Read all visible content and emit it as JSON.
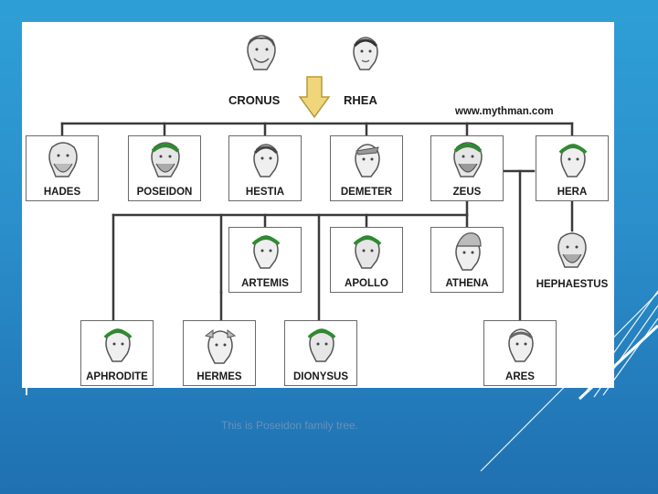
{
  "credit": "www.mythman.com",
  "caption": "This is Poseidon family tree.",
  "parents": [
    {
      "id": "cronus",
      "label": "CRONUS"
    },
    {
      "id": "rhea",
      "label": "RHEA"
    }
  ],
  "row1": [
    {
      "id": "hades",
      "label": "HADES"
    },
    {
      "id": "poseidon",
      "label": "POSEIDON"
    },
    {
      "id": "hestia",
      "label": "HESTIA"
    },
    {
      "id": "demeter",
      "label": "DEMETER"
    },
    {
      "id": "zeus",
      "label": "ZEUS"
    },
    {
      "id": "hera",
      "label": "HERA"
    }
  ],
  "row2": [
    {
      "id": "artemis",
      "label": "ARTEMIS"
    },
    {
      "id": "apollo",
      "label": "APOLLO"
    },
    {
      "id": "athena",
      "label": "ATHENA"
    },
    {
      "id": "hephaestus",
      "label": "HEPHAESTUS"
    }
  ],
  "row3": [
    {
      "id": "aphrodite",
      "label": "APHRODITE"
    },
    {
      "id": "hermes",
      "label": "HERMES"
    },
    {
      "id": "dionysus",
      "label": "DIONYSUS"
    },
    {
      "id": "ares",
      "label": "ARES"
    }
  ],
  "colors": {
    "background_top": "#2e9fd6",
    "background_bottom": "#1f70b0",
    "panel": "#ffffff",
    "connector": "#3a3a3a",
    "arrow": "#f1d57a",
    "laurel": "#2e8b2e",
    "caption": "#6b8fb8"
  }
}
